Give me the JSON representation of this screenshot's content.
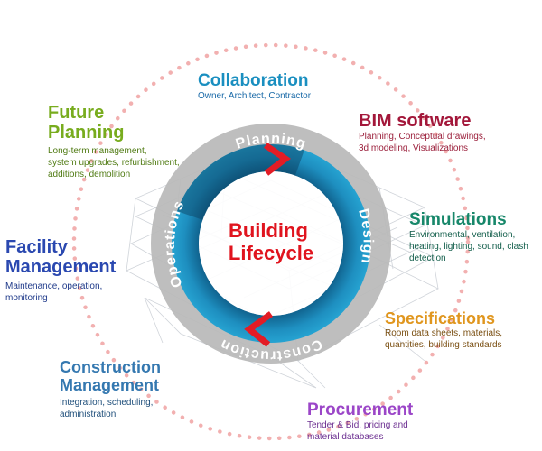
{
  "center_title": [
    "Building",
    "Lifecycle"
  ],
  "phases": {
    "planning": "Planning",
    "design": "Design",
    "construction": "Construction",
    "operations": "Operations"
  },
  "items": {
    "collaboration": {
      "title": [
        "Collaboration"
      ],
      "desc": [
        "Owner, Architect, Contractor"
      ],
      "color": "#1a8fc0"
    },
    "bim_software": {
      "title": [
        "BIM software"
      ],
      "desc": [
        "Planning, Conceptual drawings,",
        "3d modeling, Visualizations"
      ],
      "color": "#a3173a"
    },
    "simulations": {
      "title": [
        "Simulations"
      ],
      "desc": [
        "Environmental, ventilation,",
        "heating, lighting, sound, clash",
        "detection"
      ],
      "color": "#17876a"
    },
    "specifications": {
      "title": [
        "Specifications"
      ],
      "desc": [
        "Room data sheets, materials,",
        "quantities, building standards"
      ],
      "color": "#e0961e"
    },
    "procurement": {
      "title": [
        "Procurement"
      ],
      "desc": [
        "Tender & Bid, pricing and",
        "material databases"
      ],
      "color": "#9b46c8"
    },
    "construction_management": {
      "title": [
        "Construction",
        "Management"
      ],
      "desc": [
        "Integration, scheduling,",
        "administration"
      ],
      "color": "#3478b0"
    },
    "facility_management": {
      "title": [
        "Facility",
        "Management"
      ],
      "desc": [
        "Maintenance, operation,",
        "monitoring"
      ],
      "color": "#2a48b0"
    },
    "future_planning": {
      "title": [
        "Future",
        "Planning"
      ],
      "desc": [
        "Long-term management,",
        "system upgrades, refurbishment,",
        "additions, demolition"
      ],
      "color": "#78ac1e"
    }
  },
  "colors": {
    "ring_gray": "#b9b9b9",
    "ring_blue_outer": "#165478",
    "ring_blue_inner": "#25a3d0",
    "arrow_red": "#e31c25",
    "center_text": "#e0141e",
    "dotted_circle": "#f2b0b0"
  }
}
